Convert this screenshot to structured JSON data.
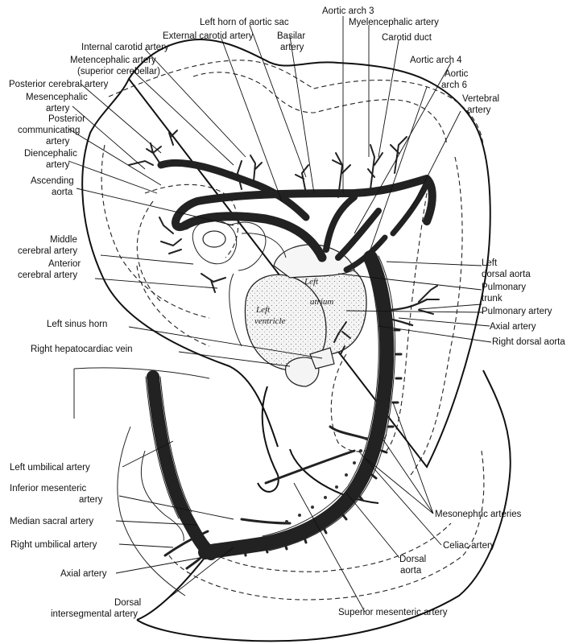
{
  "labels": {
    "left_horn_aortic_sac": "Left horn of aortic sac",
    "aortic_arch_3": "Aortic arch 3",
    "myelencephalic_artery": "Myelencephalic artery",
    "external_carotid_artery": "External carotid artery",
    "basilar_artery_line1": "Basilar",
    "basilar_artery_line2": "artery",
    "internal_carotid_artery": "Internal carotid artery",
    "carotid_duct": "Carotid duct",
    "metencephalic_artery_line1": "Metencephalic artery",
    "metencephalic_artery_line2": "(superior cerebellar)",
    "aortic_arch_4": "Aortic arch 4",
    "aortic_arch_6_line1": "Aortic",
    "aortic_arch_6_line2": "arch 6",
    "posterior_cerebral_artery": "Posterior cerebral artery",
    "vertebral_artery_line1": "Vertebral",
    "vertebral_artery_line2": "artery",
    "mesencephalic_artery_line1": "Mesencephalic",
    "mesencephalic_artery_line2": "artery",
    "posterior_communicating_line1": "Posterior",
    "posterior_communicating_line2": "communicating",
    "posterior_communicating_line3": "artery",
    "diencephalic_artery_line1": "Diencephalic",
    "diencephalic_artery_line2": "artery",
    "ascending_aorta_line1": "Ascending",
    "ascending_aorta_line2": "aorta",
    "middle_cerebral_line1": "Middle",
    "middle_cerebral_line2": "cerebral artery",
    "anterior_cerebral_line1": "Anterior",
    "anterior_cerebral_line2": "cerebral artery",
    "left_dorsal_aorta_line1": "Left",
    "left_dorsal_aorta_line2": "dorsal aorta",
    "pulmonary_trunk_line1": "Pulmonary",
    "pulmonary_trunk_line2": "trunk",
    "pulmonary_artery": "Pulmonary artery",
    "axial_artery_upper": "Axial artery",
    "right_dorsal_aorta": "Right dorsal aorta",
    "left_sinus_horn": "Left sinus horn",
    "right_hepatocardiac_vein": "Right hepatocardiac vein",
    "left_umbilical_artery": "Left umbilical artery",
    "inferior_mesenteric_line1": "Inferior mesenteric",
    "inferior_mesenteric_line2": "artery",
    "median_sacral_artery": "Median sacral artery",
    "right_umbilical_artery": "Right umbilical artery",
    "axial_artery_lower": "Axial artery",
    "dorsal_intersegmental_line1": "Dorsal",
    "dorsal_intersegmental_line2": "intersegmental artery",
    "mesonephric_arteries": "Mesonephric arteries",
    "celiac_artery": "Celiac artery",
    "dorsal_aorta_line1": "Dorsal",
    "dorsal_aorta_line2": "aorta",
    "superior_mesenteric_artery": "Superior mesenteric artery"
  },
  "heart": {
    "left_atrium_line1": "Left",
    "left_atrium_line2": "atrium",
    "left_ventricle_line1": "Left",
    "left_ventricle_line2": "ventricle"
  },
  "colors": {
    "ink": "#111111",
    "vessel_fill": "#f2f2f2",
    "background": "#ffffff"
  }
}
